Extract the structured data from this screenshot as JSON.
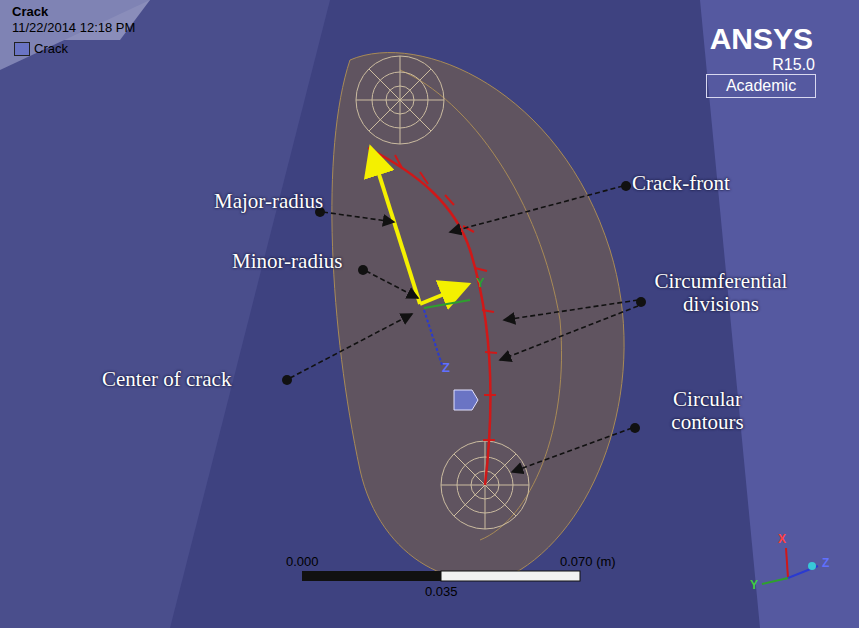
{
  "diagram": {
    "title": "Crack",
    "labels": [
      "11/22/2014 12:18 PM",
      "ANSYS",
      "R15.0",
      "Academic",
      "Major-radius",
      "Minor-radius",
      "Center of crack",
      "Crack-front",
      "Circumferential divisions",
      "Circular contours",
      "Y",
      "Z",
      "0.000",
      "0.070 (m)",
      "0.035",
      "X",
      "Y",
      "Z"
    ],
    "legend": [
      {
        "text": "Crack",
        "color": "#6a74c4"
      }
    ]
  }
}
